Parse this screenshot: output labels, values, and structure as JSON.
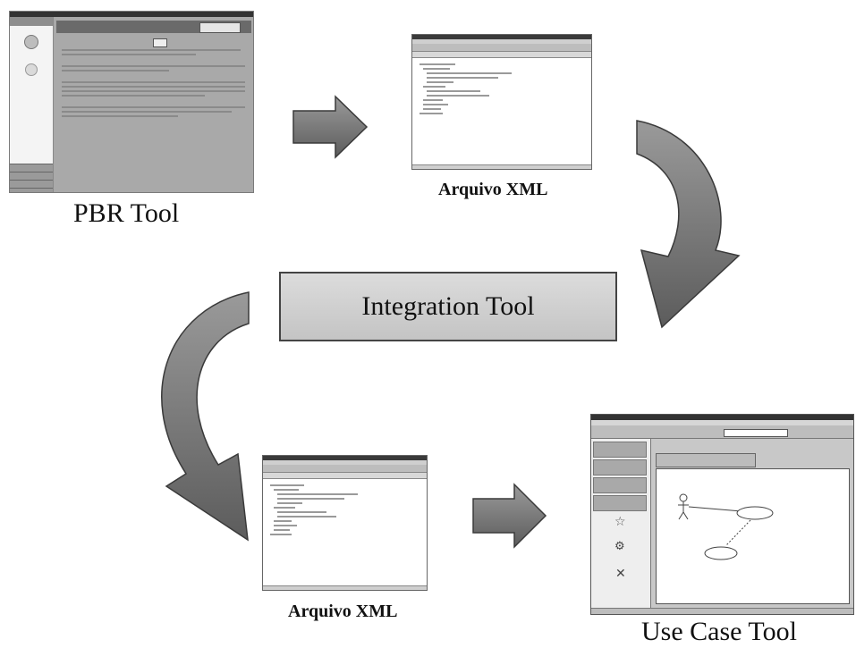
{
  "nodes": {
    "pbr_tool": {
      "caption": "PBR Tool"
    },
    "xml_top": {
      "caption": "Arquivo XML"
    },
    "integration_tool": {
      "label": "Integration Tool"
    },
    "xml_bottom": {
      "caption": "Arquivo XML"
    },
    "use_case_tool": {
      "caption": "Use Case Tool"
    }
  },
  "colors": {
    "arrow_fill": "#7c7c7c",
    "arrow_stroke": "#3a3a3a",
    "box_fill": "#d2d2d2"
  }
}
